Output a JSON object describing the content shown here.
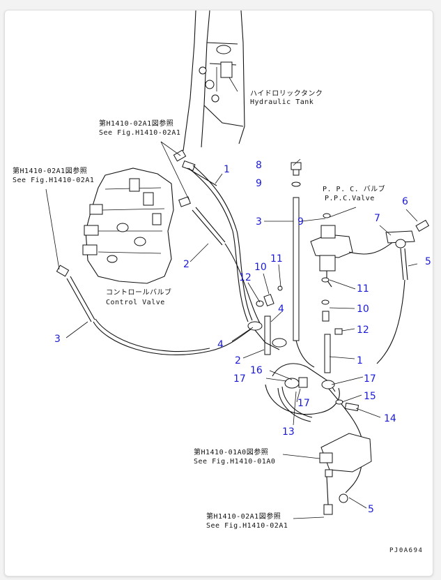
{
  "drawing_code": "PJ0A694",
  "labels": {
    "tank_ja": "ハイドロリックタンク",
    "tank_en": "Hydraulic Tank",
    "ppc_ja": "P. P. C. バルブ",
    "ppc_en": "P.P.C.Valve",
    "control_ja": "コントロールバルブ",
    "control_en": "Control Valve",
    "ref_top_ja": "第H1410-02A1図参照",
    "ref_top_en": "See Fig.H1410-02A1",
    "ref_left_ja": "第H1410-02A1図参照",
    "ref_left_en": "See Fig.H1410-02A1",
    "ref_mid_ja": "第H1410-01A0図参照",
    "ref_mid_en": "See Fig.H1410-01A0",
    "ref_bot_ja": "第H1410-02A1図参照",
    "ref_bot_en": "See Fig.H1410-02A1"
  },
  "callouts": {
    "c1a": "1",
    "c1b": "1",
    "c2a": "2",
    "c2b": "2",
    "c3a": "3",
    "c3b": "3",
    "c4a": "4",
    "c4b": "4",
    "c5a": "5",
    "c5b": "5",
    "c6": "6",
    "c7": "7",
    "c8": "8",
    "c9a": "9",
    "c9b": "9",
    "c10a": "10",
    "c10b": "10",
    "c11a": "11",
    "c11b": "11",
    "c12a": "12",
    "c12b": "12",
    "c13": "13",
    "c14": "14",
    "c15": "15",
    "c16": "16",
    "c17a": "17",
    "c17b": "17",
    "c17c": "17"
  },
  "colors": {
    "callout": "#1a1ad6",
    "linework": "#111111"
  }
}
